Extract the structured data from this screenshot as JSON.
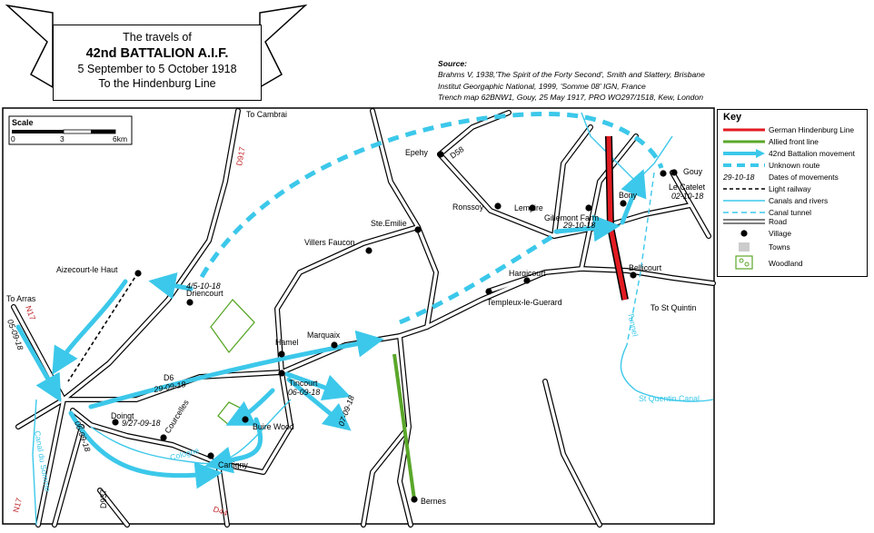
{
  "title": {
    "line1": "The travels of",
    "line2": "42nd BATTALION A.I.F.",
    "line3": "5 September to 5 October 1918",
    "line4": "To the Hindenburg Line"
  },
  "source": {
    "heading": "Source:",
    "lines": [
      "Brahms V, 1938,'The Spirit of the Forty Second', Smith and Slattery, Brisbane",
      "Institut Georgaphic National, 1999, 'Somme 08' IGN, France",
      "Trench map 62BNW1, Gouy, 25 May 1917, PRO WO297/1518, Kew, London"
    ]
  },
  "scale": {
    "label": "Scale",
    "ticks": [
      "0",
      "3",
      "6km"
    ]
  },
  "key": {
    "title": "Key",
    "items": [
      {
        "label": "German Hindenburg Line",
        "symbol": "red-line"
      },
      {
        "label": "Allied front line",
        "symbol": "green-line"
      },
      {
        "label": "42nd Battalion movement",
        "symbol": "blue-arrow"
      },
      {
        "label": "Unknown route",
        "symbol": "blue-dashed"
      },
      {
        "label": "Dates of movements",
        "symbol": "date",
        "sample": "29-10-18"
      },
      {
        "label": "Light railway",
        "symbol": "black-dashed"
      },
      {
        "label": "Canals and rivers",
        "symbol": "cyan-line"
      },
      {
        "label": "Canal tunnel",
        "symbol": "cyan-dashed"
      },
      {
        "label": "Road",
        "symbol": "double-line"
      },
      {
        "label": "Village",
        "symbol": "dot"
      },
      {
        "label": "Towns",
        "symbol": "grey-square"
      },
      {
        "label": "Woodland",
        "symbol": "woodland"
      }
    ]
  },
  "map": {
    "places": {
      "epehy": "Epehy",
      "ronssoy": "Ronssoy",
      "lempire": "Lempire",
      "gillemont_farm": "Gillemont Farm",
      "bony": "Bony",
      "gouy": "Gouy",
      "le_catelet": "Le Catelet",
      "ste_emilie": "Ste.Emilie",
      "villers_faucon": "Villers Faucon",
      "hargicourt": "Hargicourt",
      "bellicourt": "Bellicourt",
      "templeux": "Templeux-le-Guerard",
      "aizecourt": "Aizecourt-le Haut",
      "driencourt": "Driencourt",
      "hamel": "Hamel",
      "marquaix": "Marquaix",
      "tincourt": "Tincourt",
      "doingt": "Doingt",
      "courcelles": "Courcelles",
      "buire_wood": "Buire Wood",
      "cartigny": "Cartigny",
      "bernes": "Bernes"
    },
    "roads": {
      "to_cambrai": "To Cambrai",
      "to_arras": "To Arras",
      "to_st_quentin": "To St Quintin",
      "d917": "D917",
      "d58": "D58",
      "n17_top": "N17",
      "n17_bottom": "N17",
      "d6": "D6",
      "d937": "D937",
      "d44": "D44"
    },
    "water": {
      "st_quentin_canal": "St Quentin Canal",
      "canal_du_somme": "Canal du Somme",
      "cologne": "Cologne",
      "tunnel": "Tunnel"
    },
    "dates": {
      "le_catelet": "02-10-18",
      "gillemont": "29-10-18",
      "driencourt": "4/5-10-18",
      "d6": "29-09-18",
      "tincourt": "06-09-18",
      "tincourt_se": "07-09-18",
      "doingt": "9/27-09-18",
      "n17": "05-09-18",
      "somme": "06-09-18"
    }
  },
  "colors": {
    "movement": "#3cc8ea",
    "canal": "#3cc8ea",
    "hindenburg": "#e21b22",
    "allied": "#5aa72a",
    "road_label": "#c0282d",
    "woodland": "#5aa72a"
  }
}
